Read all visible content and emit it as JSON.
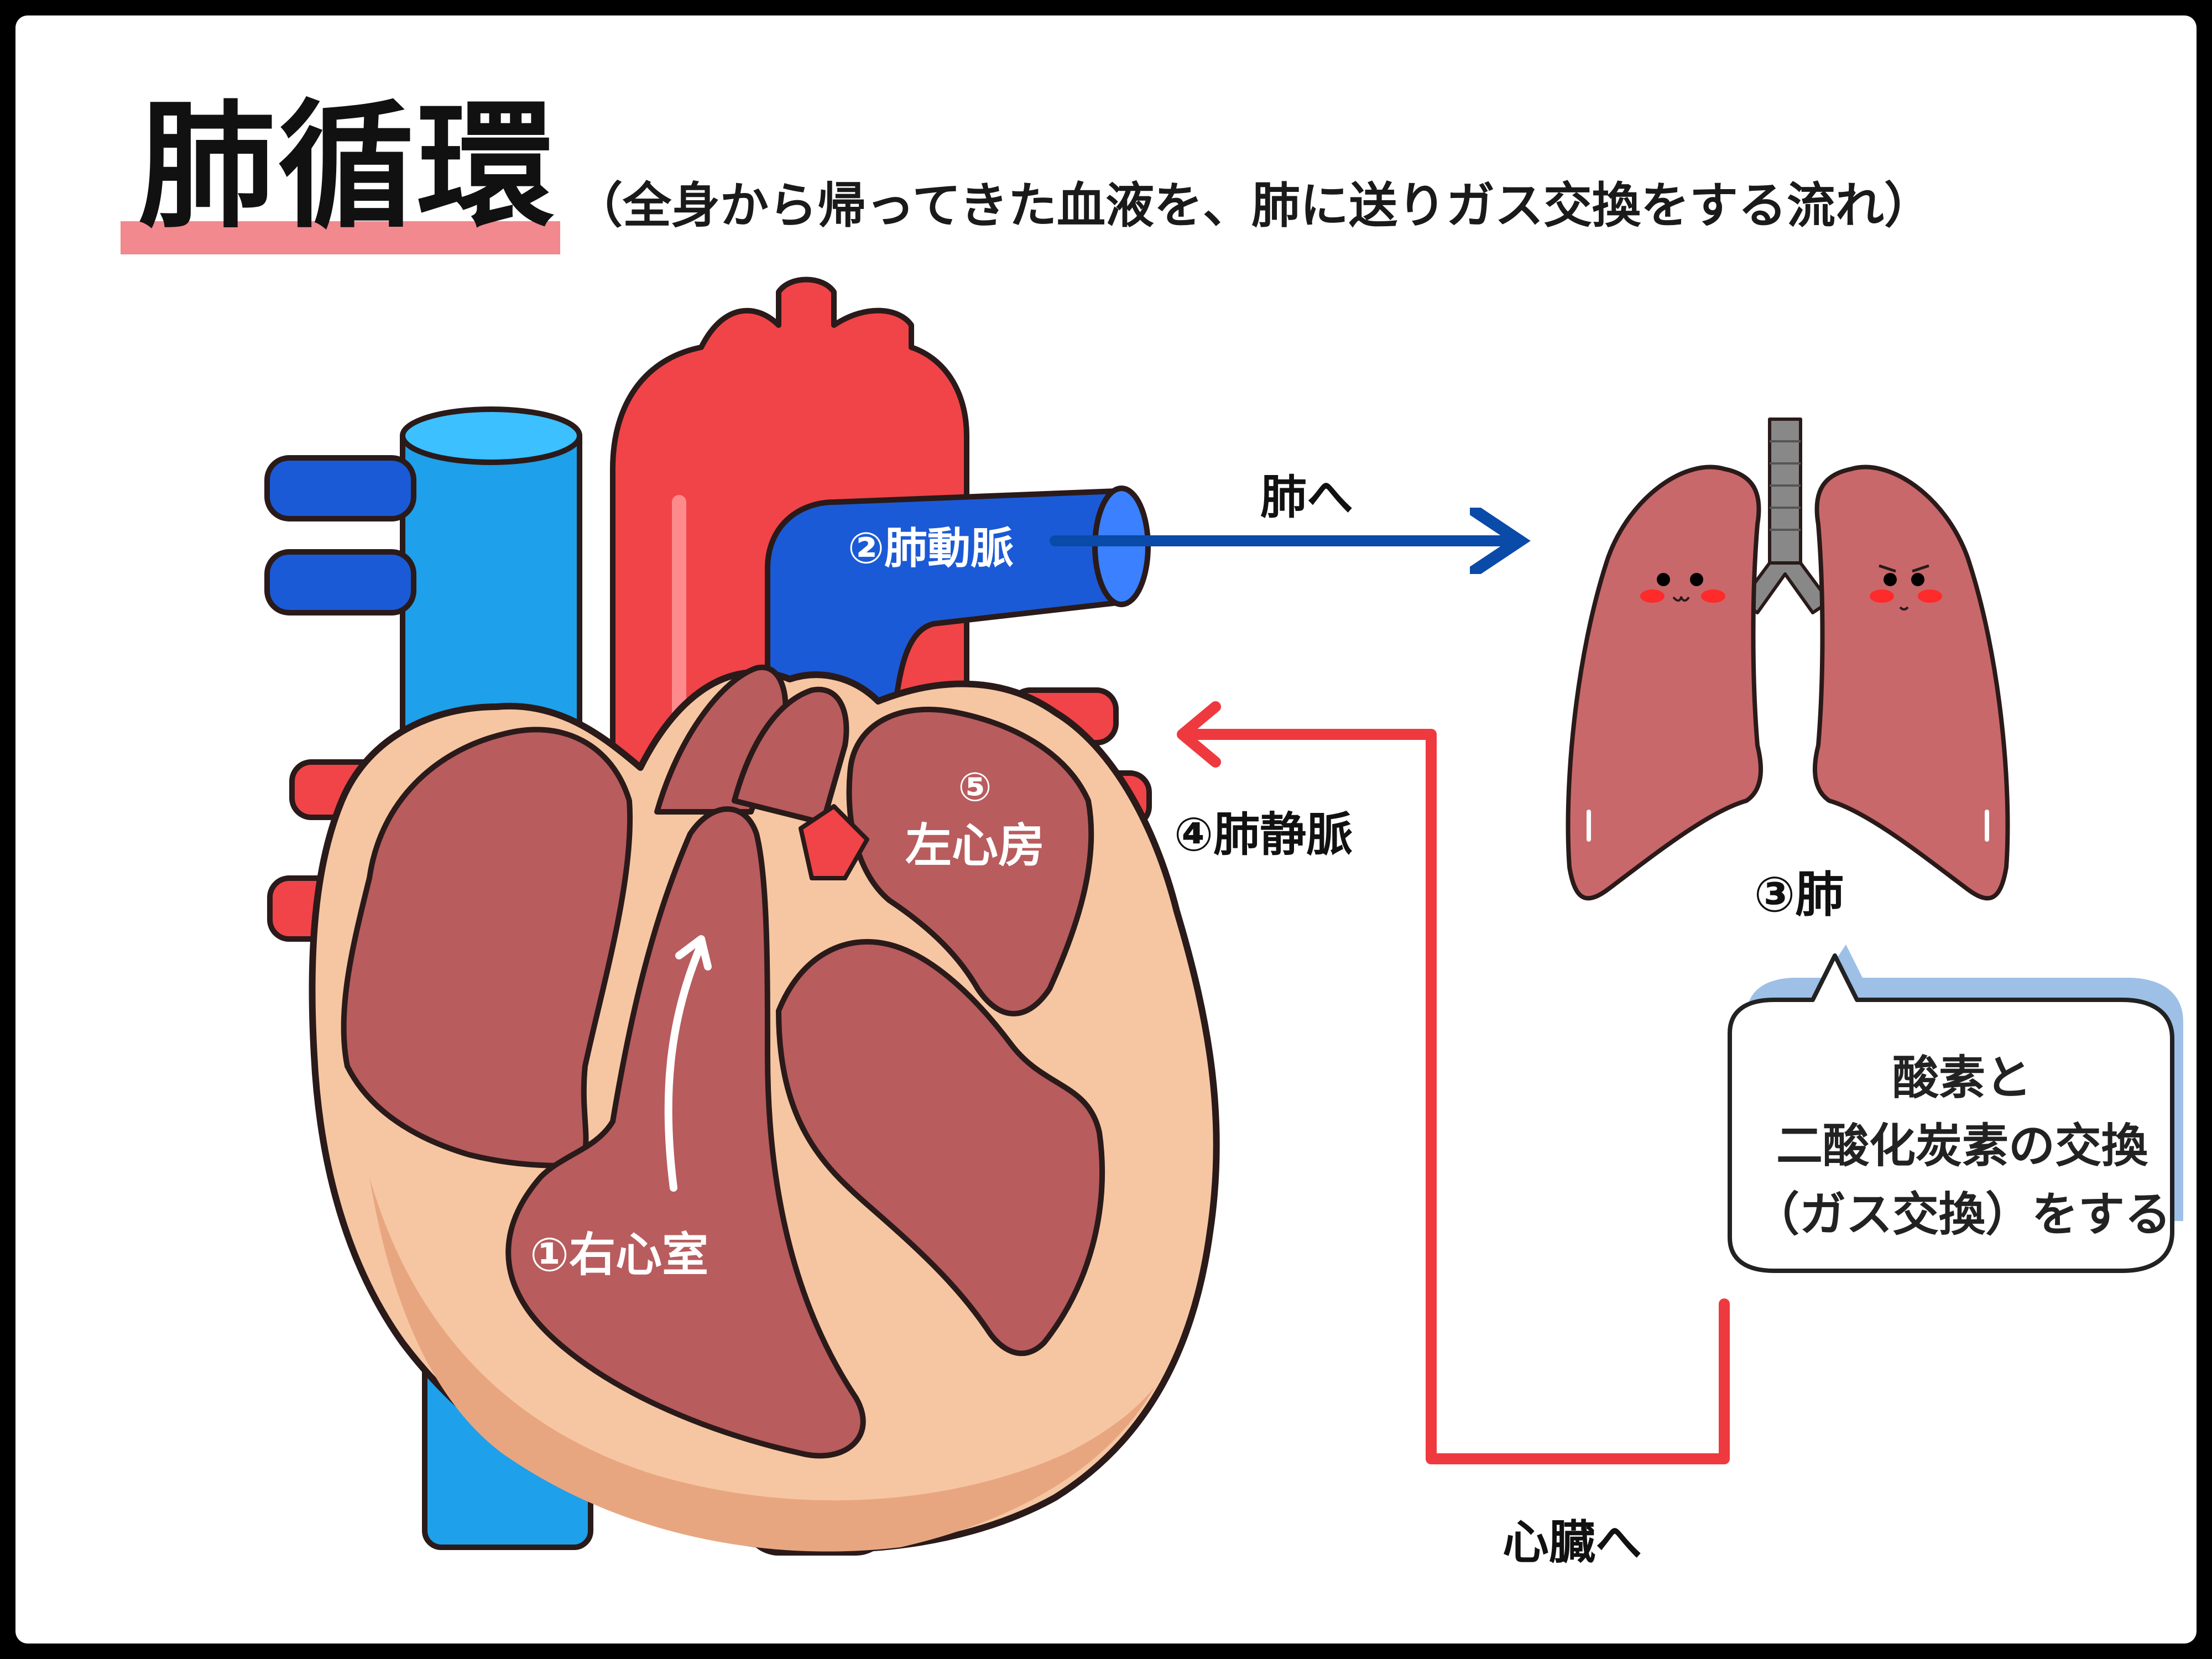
{
  "title": "肺循環",
  "subtitle": "（全身から帰ってきた血液を、肺に送りガス交換をする流れ）",
  "labels": {
    "right_ventricle": "①右心室",
    "pulmonary_artery": "②肺動脈",
    "lungs": "③肺",
    "pulmonary_vein": "④肺静脈",
    "left_atrium_num": "⑤",
    "left_atrium": "左心房",
    "to_lungs": "肺へ",
    "to_heart": "心臓へ"
  },
  "bubble": {
    "lines": [
      "酸素と",
      "二酸化炭素の交換",
      "（ガス交換）をする"
    ]
  },
  "colors": {
    "artery_red": "#f04448",
    "vein_blue": "#1b5ad6",
    "cava_blue": "#1ea0ea",
    "muscle_tan": "#f6c6a2",
    "chamber": "#b85c5e",
    "lung": "#c8686a",
    "arrow_blue": "#0a4aa8",
    "arrow_red": "#ee3a3f",
    "title_underline": "#f1898f",
    "bubble_shadow": "#9ec0e6"
  }
}
